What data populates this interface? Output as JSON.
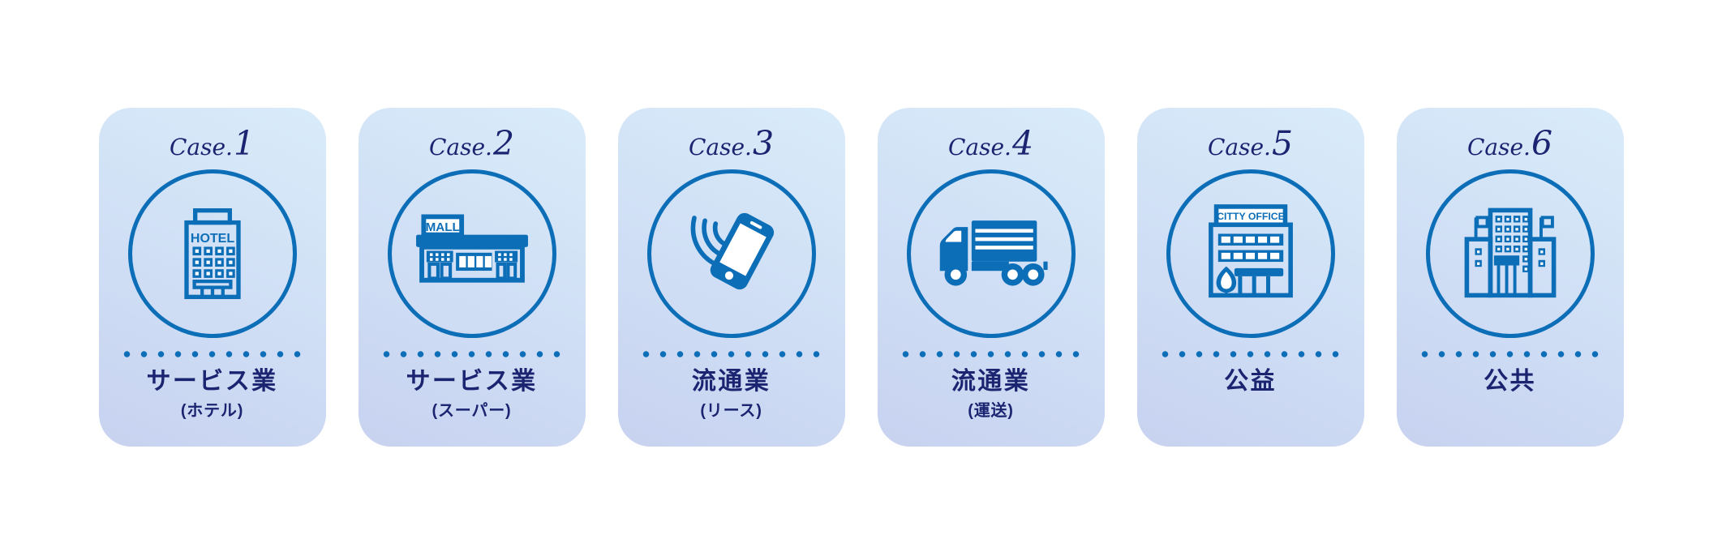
{
  "theme": {
    "icon_blue": "#0d6eb8",
    "text_navy": "#1b2470",
    "card_gradient_start": "#d9ecfa",
    "card_gradient_end": "#c7d2f0",
    "page_background": "#ffffff"
  },
  "cards": [
    {
      "case_prefix": "Case.",
      "case_number": "1",
      "icon": "hotel-building-icon",
      "icon_sign_text": "HOTEL",
      "label": "サービス業",
      "sublabel": "(ホテル)"
    },
    {
      "case_prefix": "Case.",
      "case_number": "2",
      "icon": "supermarket-mall-icon",
      "icon_sign_text": "MALL",
      "label": "サービス業",
      "sublabel": "(スーパー)"
    },
    {
      "case_prefix": "Case.",
      "case_number": "3",
      "icon": "smartphone-wireless-icon",
      "icon_sign_text": "",
      "label": "流通業",
      "sublabel": "(リース)"
    },
    {
      "case_prefix": "Case.",
      "case_number": "4",
      "icon": "delivery-truck-icon",
      "icon_sign_text": "",
      "label": "流通業",
      "sublabel": "(運送)"
    },
    {
      "case_prefix": "Case.",
      "case_number": "5",
      "icon": "city-office-icon",
      "icon_sign_text": "CITTY OFFICE",
      "label": "公益",
      "sublabel": ""
    },
    {
      "case_prefix": "Case.",
      "case_number": "6",
      "icon": "public-building-icon",
      "icon_sign_text": "",
      "label": "公共",
      "sublabel": ""
    }
  ]
}
